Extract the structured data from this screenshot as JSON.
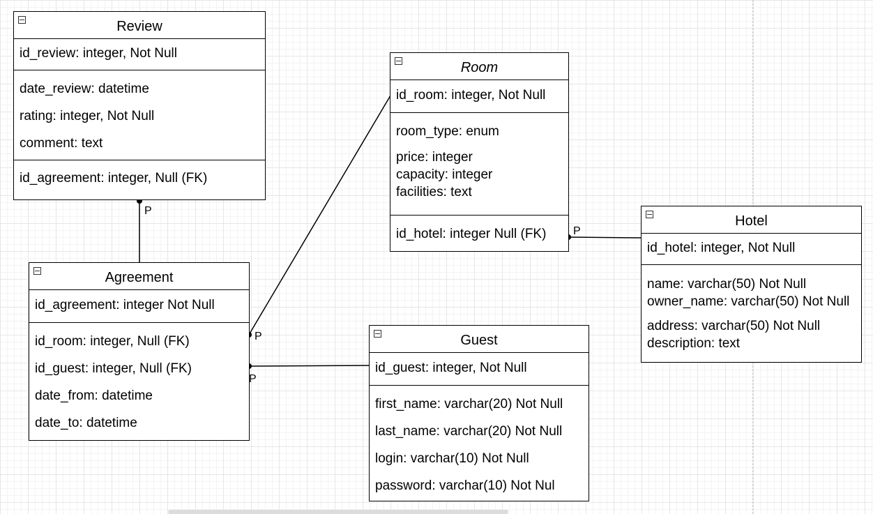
{
  "entities": {
    "review": {
      "title": "Review",
      "pk": "id_review: integer, Not Null",
      "fields": [
        "date_review: datetime",
        "rating: integer, Not Null",
        "comment: text"
      ],
      "fk": "id_agreement: integer, Null (FK)"
    },
    "room": {
      "title": "Room",
      "pk": "id_room: integer, Not Null",
      "fields": [
        "room_type: enum",
        "price: integer",
        "capacity: integer",
        "facilities: text"
      ],
      "fk": "id_hotel: integer Null (FK)"
    },
    "hotel": {
      "title": "Hotel",
      "pk": "id_hotel: integer, Not Null",
      "fields": [
        "name: varchar(50) Not Null",
        "owner_name: varchar(50) Not Null",
        "address: varchar(50) Not Null",
        "description: text"
      ]
    },
    "agreement": {
      "title": "Agreement",
      "pk": "id_agreement: integer Not Null",
      "fields": [
        "id_room: integer, Null (FK)",
        "id_guest: integer, Null (FK)",
        "date_from: datetime",
        "date_to: datetime"
      ]
    },
    "guest": {
      "title": "Guest",
      "pk": "id_guest: integer, Not Null",
      "fields": [
        "first_name: varchar(20) Not Null",
        "last_name: varchar(20) Not Null",
        "login: varchar(10) Not Null",
        "password: varchar(10) Not Nul"
      ]
    }
  },
  "relations": {
    "review_agreement": {
      "label": "P"
    },
    "room_agreement": {
      "label": "P"
    },
    "guest_agreement": {
      "label": "P"
    },
    "hotel_room": {
      "label": "P"
    }
  }
}
